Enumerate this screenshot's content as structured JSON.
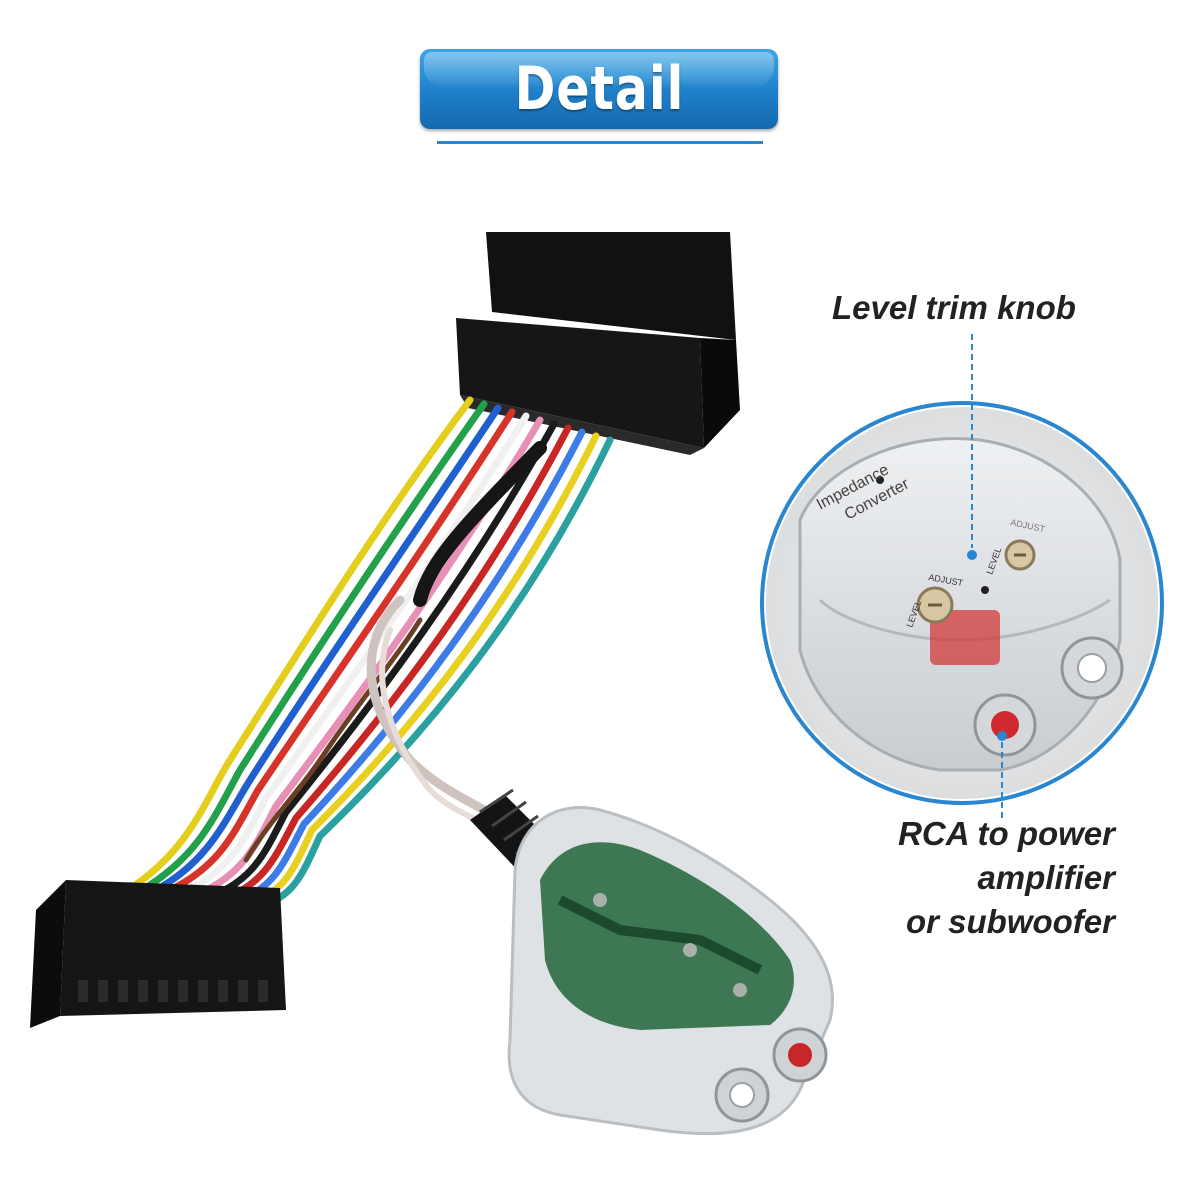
{
  "header": {
    "title": "Detail"
  },
  "callouts": {
    "level_trim": "Level trim knob",
    "rca_line1": "RCA to power",
    "rca_line2": "amplifier",
    "rca_line3": "or subwoofer"
  },
  "inset_labels": {
    "brand_line1": "Impedance",
    "brand_line2": "Converter",
    "adjust_left": "ADJUST",
    "level_left": "LEVEL",
    "level_right": "LEVEL",
    "adjust_right": "ADJUST"
  },
  "colors": {
    "banner": "#1e7fc9",
    "accent": "#2a86cf",
    "callout_line": "#2a86cf",
    "text": "#222222"
  },
  "icons": [
    "wiring-harness-image",
    "impedance-converter-image"
  ]
}
